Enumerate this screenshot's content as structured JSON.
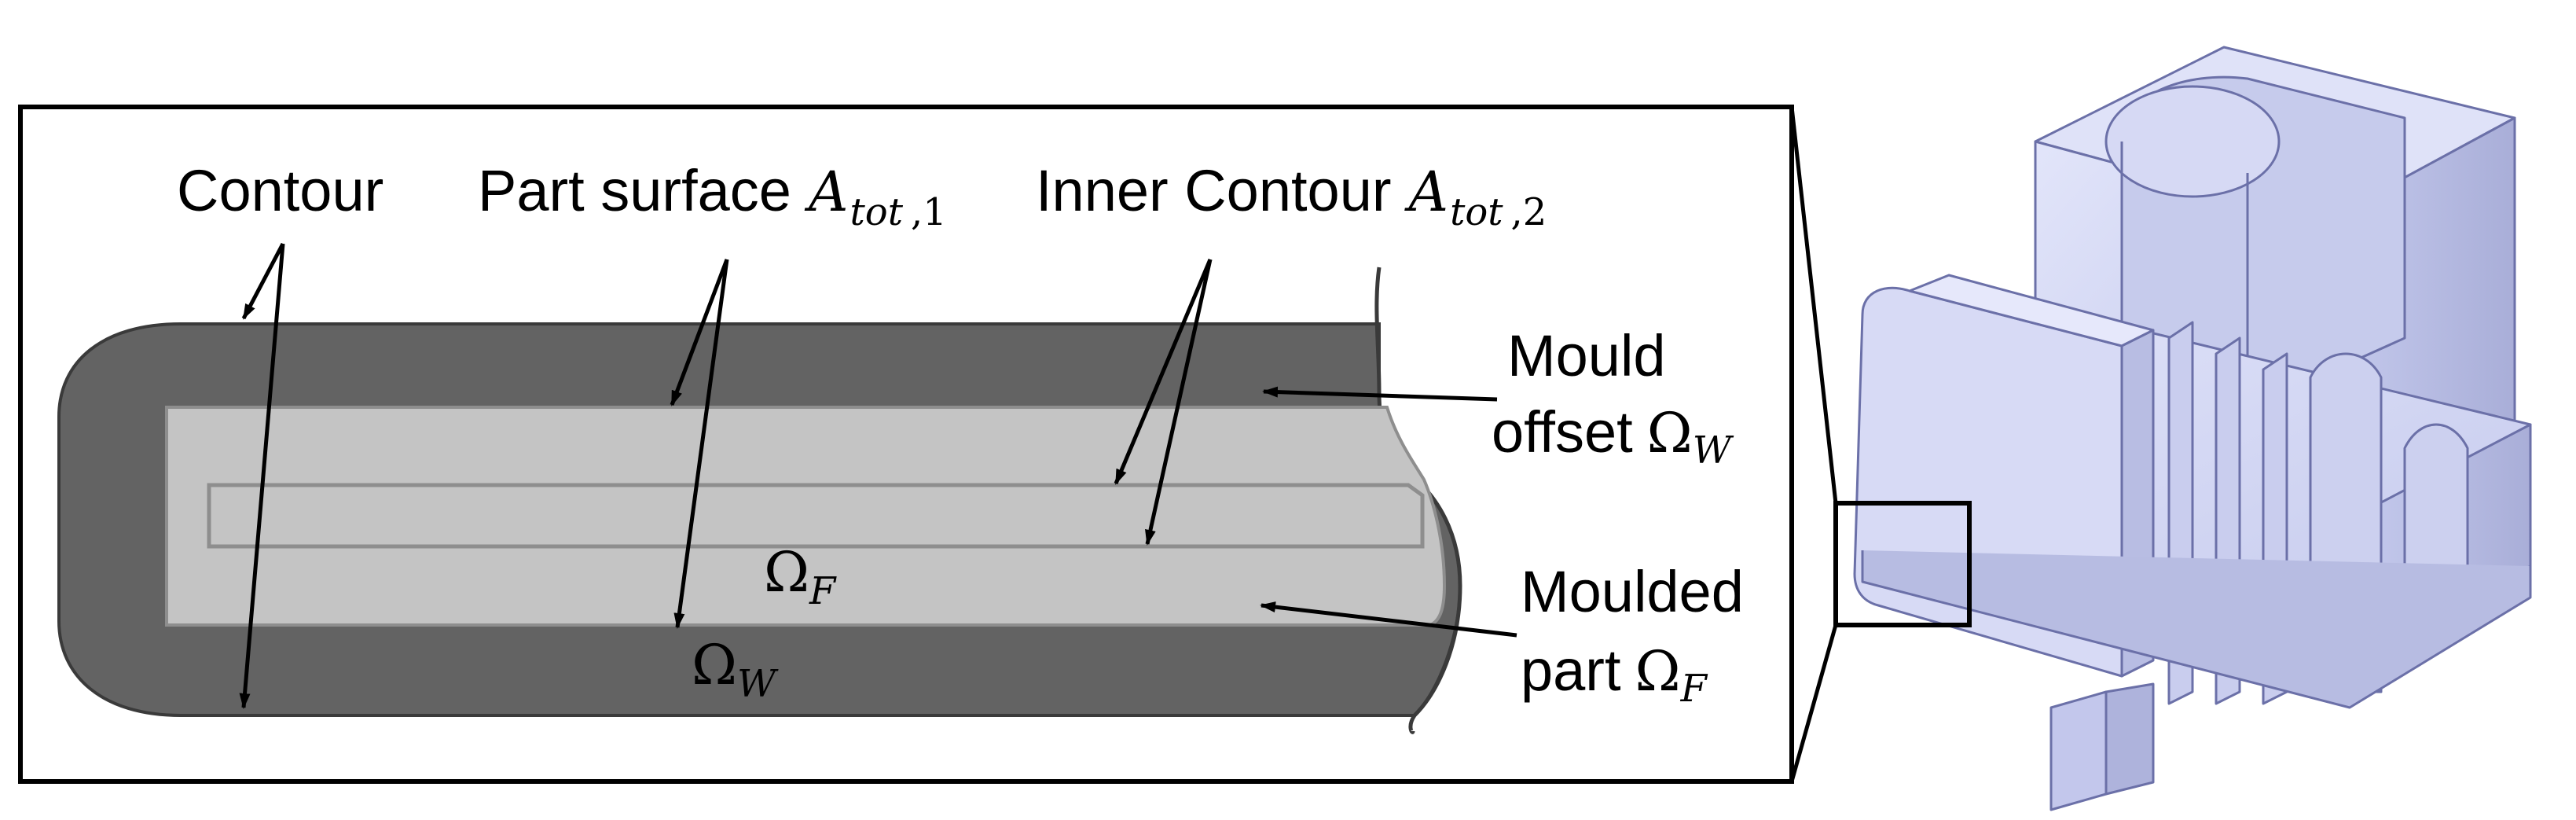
{
  "labels": {
    "contour": "Contour",
    "part_surface": {
      "text": "Part surface",
      "symbol": "A",
      "subscript_var": "tot",
      "subscript_index": ",1"
    },
    "inner_contour": {
      "text": "Inner Contour",
      "symbol": "A",
      "subscript_var": "tot",
      "subscript_index": ",2"
    },
    "mould_offset": {
      "line1": "Mould",
      "line2": "offset",
      "symbol": "Ω",
      "subscript": "W"
    },
    "moulded_part": {
      "line1": "Moulded",
      "line2": "part",
      "symbol": "Ω",
      "subscript": "F"
    },
    "inner_region_f": {
      "symbol": "Ω",
      "subscript": "F"
    },
    "inner_region_w": {
      "symbol": "Ω",
      "subscript": "W"
    }
  },
  "colors": {
    "mould": "#636363",
    "mould_edge": "#3a3a3a",
    "part": "#c4c4c4",
    "part_edge": "#8e8e8e",
    "model_face": "#d2d6f2",
    "model_face_dark": "#b4b9e0",
    "model_edge": "#6b70a8"
  }
}
